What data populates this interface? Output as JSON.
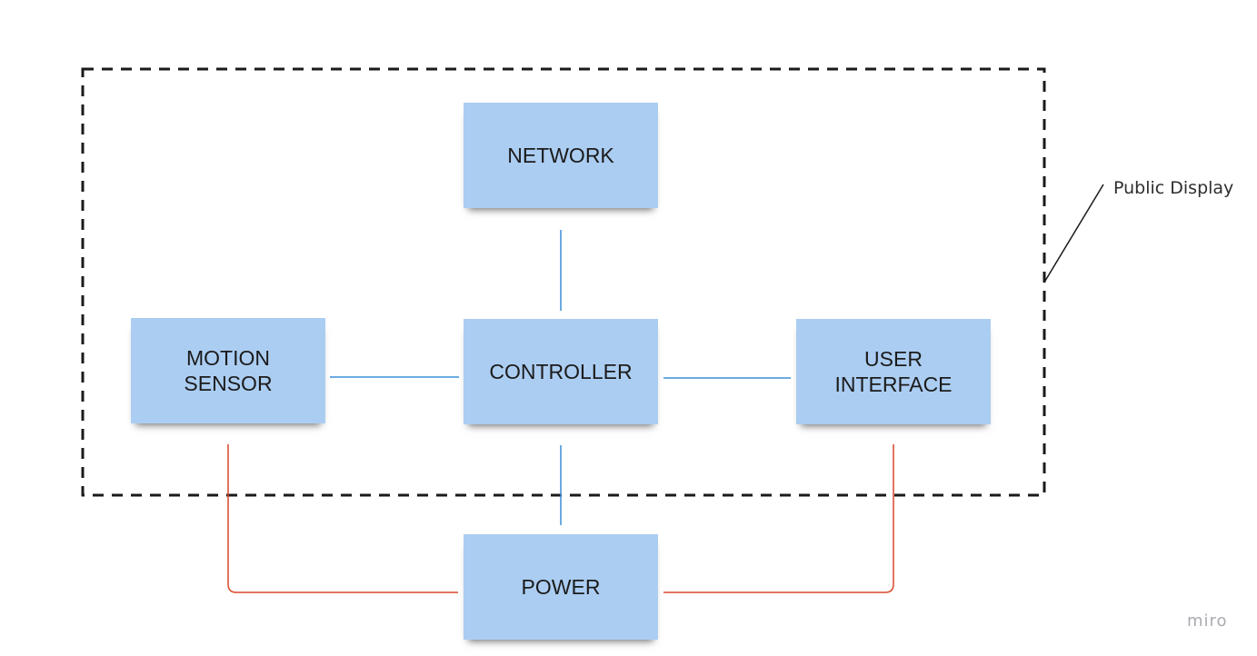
{
  "diagram": {
    "nodes": {
      "network": "NETWORK",
      "controller": "CONTROLLER",
      "motion_sensor": "MOTION\nSENSOR",
      "user_interface": "USER\nINTERFACE",
      "power": "POWER"
    },
    "boundary_label": "Public Display",
    "connections": [
      {
        "from": "network",
        "to": "controller",
        "type": "data"
      },
      {
        "from": "motion_sensor",
        "to": "controller",
        "type": "data"
      },
      {
        "from": "controller",
        "to": "user_interface",
        "type": "data"
      },
      {
        "from": "controller",
        "to": "power",
        "type": "power"
      },
      {
        "from": "motion_sensor",
        "to": "power",
        "type": "power"
      },
      {
        "from": "user_interface",
        "to": "power",
        "type": "power"
      }
    ]
  },
  "colors": {
    "note_fill": "#abcdf2",
    "data_line": "#3a8fd6",
    "power_line": "#d9472b",
    "boundary": "#1a1a1a"
  },
  "watermark": "miro"
}
